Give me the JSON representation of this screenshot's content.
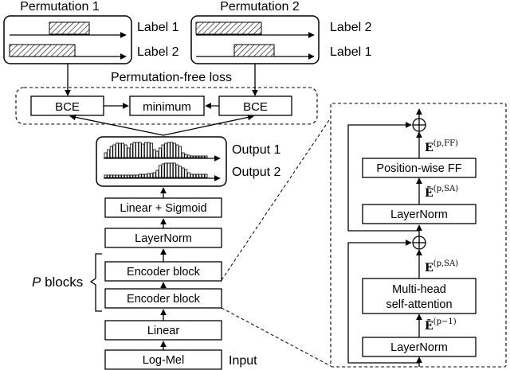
{
  "permutations": {
    "perm1_title": "Permutation 1",
    "perm2_title": "Permutation 2",
    "label1": "Label 1",
    "label2": "Label 2"
  },
  "loss": {
    "title": "Permutation-free loss",
    "bce": "BCE",
    "minimum": "minimum"
  },
  "outputs": {
    "output1": "Output 1",
    "output2": "Output 2"
  },
  "main_stack": {
    "linear_sigmoid": "Linear + Sigmoid",
    "layernorm": "LayerNorm",
    "encoder_block": "Encoder block",
    "linear": "Linear",
    "logmel": "Log-Mel",
    "input_label": "Input",
    "p_var": "P",
    "p_blocks_suffix": " blocks"
  },
  "encoder_detail": {
    "position_ff": "Position-wise FF",
    "layernorm": "LayerNorm",
    "mha_line1": "Multi-head",
    "mha_line2": "self-attention",
    "e_ff_base": "E",
    "e_ff_sup": "(p,FF)",
    "e_sa_bar_base": "Ē",
    "e_sa_bar_sup": "(p,SA)",
    "e_sa_base": "E",
    "e_sa_sup": "(p,SA)",
    "e_prev_base": "Ē",
    "e_prev_sup": "(p−1)"
  }
}
